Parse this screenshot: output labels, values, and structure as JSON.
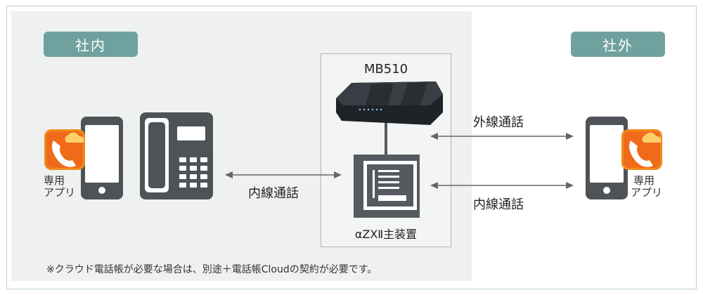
{
  "zones": {
    "internal_label": "社内",
    "external_label": "社外"
  },
  "devices": {
    "router_label": "MB510",
    "main_unit_label": "αZXⅡ主装置",
    "app_label_line1": "専用",
    "app_label_line2": "アプリ"
  },
  "connections": {
    "internal_call_left": "内線通話",
    "external_call": "外線通話",
    "internal_call_right": "内線通話"
  },
  "footnote": "※クラウド電話帳が必要な場合は、別途＋電話帳Cloudの契約が必要です。",
  "colors": {
    "accent": "#6fa29e",
    "app_orange": "#f08a1c",
    "device_dark": "#555a60"
  }
}
